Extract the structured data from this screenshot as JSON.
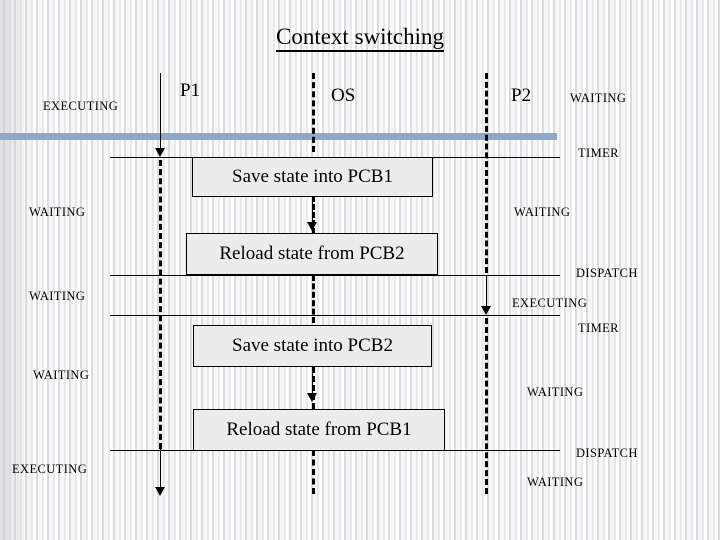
{
  "slide": {
    "title": "Context switching",
    "background_color": "#f2f2f2",
    "accent_bar_color": "#8fa8c8",
    "box_fill_color": "#ececec",
    "line_color": "#000000"
  },
  "columns": [
    {
      "label": "P1"
    },
    {
      "label": "OS"
    },
    {
      "label": "P2"
    }
  ],
  "boxes": [
    {
      "label": "Save state into PCB1"
    },
    {
      "label": "Reload state from PCB2"
    },
    {
      "label": "Save state into PCB2"
    },
    {
      "label": "Reload state from PCB1"
    }
  ],
  "left_states": [
    {
      "label": "EXECUTING"
    },
    {
      "label": "WAITING"
    },
    {
      "label": "WAITING"
    },
    {
      "label": "WAITING"
    },
    {
      "label": "EXECUTING"
    }
  ],
  "right_states": [
    {
      "label": "WAITING"
    },
    {
      "label": "TIMER"
    },
    {
      "label": "WAITING"
    },
    {
      "label": "DISPATCH"
    },
    {
      "label": "EXECUTING"
    },
    {
      "label": "TIMER"
    },
    {
      "label": "WAITING"
    },
    {
      "label": "DISPATCH"
    },
    {
      "label": "WAITING"
    }
  ]
}
